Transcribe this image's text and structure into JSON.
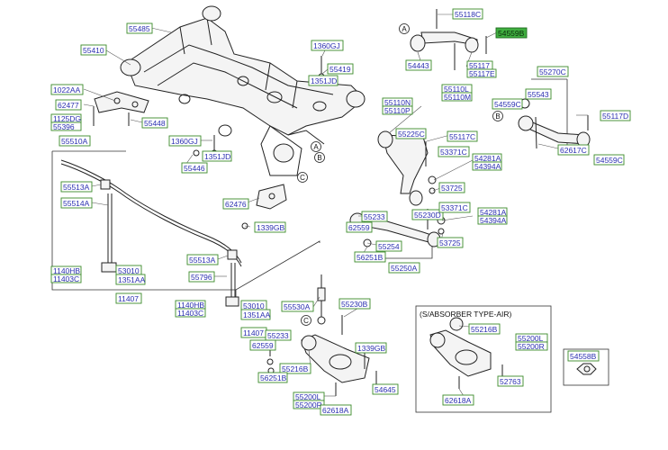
{
  "diagram": {
    "callouts": [
      "A",
      "B",
      "C"
    ],
    "insets": {
      "air_suspension_title": "(S/ABSORBER TYPE-AIR)"
    },
    "labels": [
      {
        "text": "55485"
      },
      {
        "text": "55410"
      },
      {
        "text": "1360GJ"
      },
      {
        "text": "55419"
      },
      {
        "text": "1351JD"
      },
      {
        "text": "1022AA"
      },
      {
        "text": "62477"
      },
      {
        "text": "1125DG"
      },
      {
        "text": "55396"
      },
      {
        "text": "55448"
      },
      {
        "text": "55510A"
      },
      {
        "text": "1360GJ"
      },
      {
        "text": "1351JD"
      },
      {
        "text": "55446"
      },
      {
        "text": "55513A"
      },
      {
        "text": "55514A"
      },
      {
        "text": "62476"
      },
      {
        "text": "1339GB"
      },
      {
        "text": "55513A"
      },
      {
        "text": "55796"
      },
      {
        "text": "1140HB"
      },
      {
        "text": "11403C"
      },
      {
        "text": "53010"
      },
      {
        "text": "1351AA"
      },
      {
        "text": "11407"
      },
      {
        "text": "1140HB"
      },
      {
        "text": "11403C"
      },
      {
        "text": "53010"
      },
      {
        "text": "1351AA"
      },
      {
        "text": "11407"
      },
      {
        "text": "55118C"
      },
      {
        "text": "54559B",
        "highlight": true
      },
      {
        "text": "54443"
      },
      {
        "text": "55117"
      },
      {
        "text": "55117E"
      },
      {
        "text": "55110L"
      },
      {
        "text": "55110M"
      },
      {
        "text": "55270C"
      },
      {
        "text": "55543"
      },
      {
        "text": "54559C"
      },
      {
        "text": "55117D"
      },
      {
        "text": "62617C"
      },
      {
        "text": "54559C"
      },
      {
        "text": "55110N"
      },
      {
        "text": "55110P"
      },
      {
        "text": "55225C"
      },
      {
        "text": "55117C"
      },
      {
        "text": "53371C"
      },
      {
        "text": "54281A"
      },
      {
        "text": "54394A"
      },
      {
        "text": "53725"
      },
      {
        "text": "55230D"
      },
      {
        "text": "55233"
      },
      {
        "text": "62559"
      },
      {
        "text": "55254"
      },
      {
        "text": "56251B"
      },
      {
        "text": "53371C"
      },
      {
        "text": "54281A"
      },
      {
        "text": "54394A"
      },
      {
        "text": "53725"
      },
      {
        "text": "55250A"
      },
      {
        "text": "55530A"
      },
      {
        "text": "55230B"
      },
      {
        "text": "55233"
      },
      {
        "text": "62559"
      },
      {
        "text": "1339GB"
      },
      {
        "text": "55216B"
      },
      {
        "text": "56251B"
      },
      {
        "text": "54645"
      },
      {
        "text": "55200L"
      },
      {
        "text": "55200R"
      },
      {
        "text": "62618A"
      },
      {
        "text": "55216B"
      },
      {
        "text": "55200L"
      },
      {
        "text": "55200R"
      },
      {
        "text": "52763"
      },
      {
        "text": "62618A"
      },
      {
        "text": "54558B"
      }
    ]
  }
}
